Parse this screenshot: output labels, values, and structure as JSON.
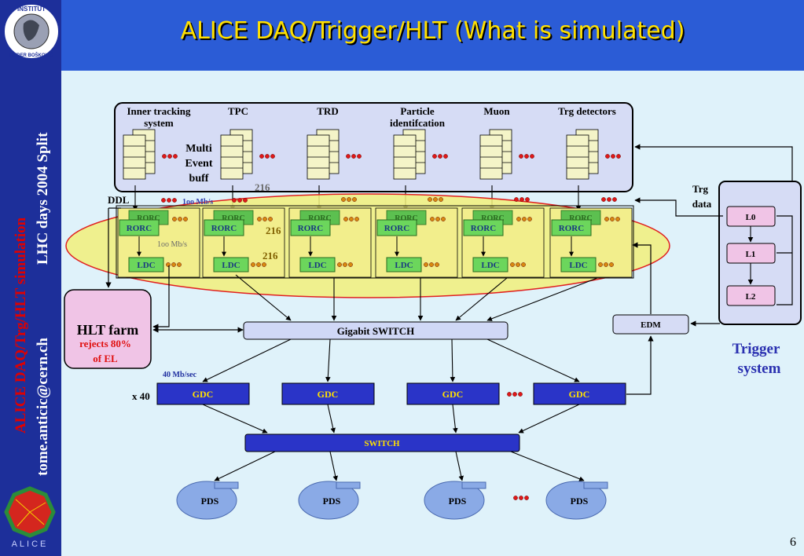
{
  "slide": {
    "title": "ALICE DAQ/Trigger/HLT (What is simulated)",
    "page_number": "6",
    "sidebar_text_red": "ALICE DAQ/Trg/HLT simulation",
    "sidebar_text_white": "LHC days 2004 Split",
    "sidebar_email": "tome.anticic@cern.ch",
    "logo_top_text": "INSTITUT",
    "logo_bottom_text": "RUĐER BOŠKOVIĆ",
    "alice_logo_text": "ALICE"
  },
  "detectors": [
    {
      "name_line1": "Inner tracking",
      "name_line2": "system"
    },
    {
      "name_line1": "TPC",
      "name_line2": ""
    },
    {
      "name_line1": "TRD",
      "name_line2": ""
    },
    {
      "name_line1": "Particle",
      "name_line2": "identifcation"
    },
    {
      "name_line1": "Muon",
      "name_line2": ""
    },
    {
      "name_line1": "Trg detectors",
      "name_line2": ""
    }
  ],
  "buffer_label": [
    "Multi",
    "Event",
    "buff"
  ],
  "ddl_label": "DDL",
  "link_rate_label": "1oo Mb/s",
  "count_216": "216",
  "rorc_label": "RORC",
  "ldc_label": "LDC",
  "ellipsis": "•••",
  "hlt_farm": {
    "title": "HLT farm",
    "note_line1": "rejects 80%",
    "note_line2": "of  EL"
  },
  "gigabit_switch_label": "Gigabit SWITCH",
  "gdc_rate_label": "40 Mb/sec",
  "gdc_multiplier": "x 40",
  "gdc_label": "GDC",
  "switch_label": "SWITCH",
  "pds_label": "PDS",
  "edm_label": "EDM",
  "trg_data_label": [
    "Trg",
    "data"
  ],
  "trigger_levels": [
    "L0",
    "L1",
    "L2"
  ],
  "trigger_system_label": [
    "Trigger",
    "system"
  ]
}
